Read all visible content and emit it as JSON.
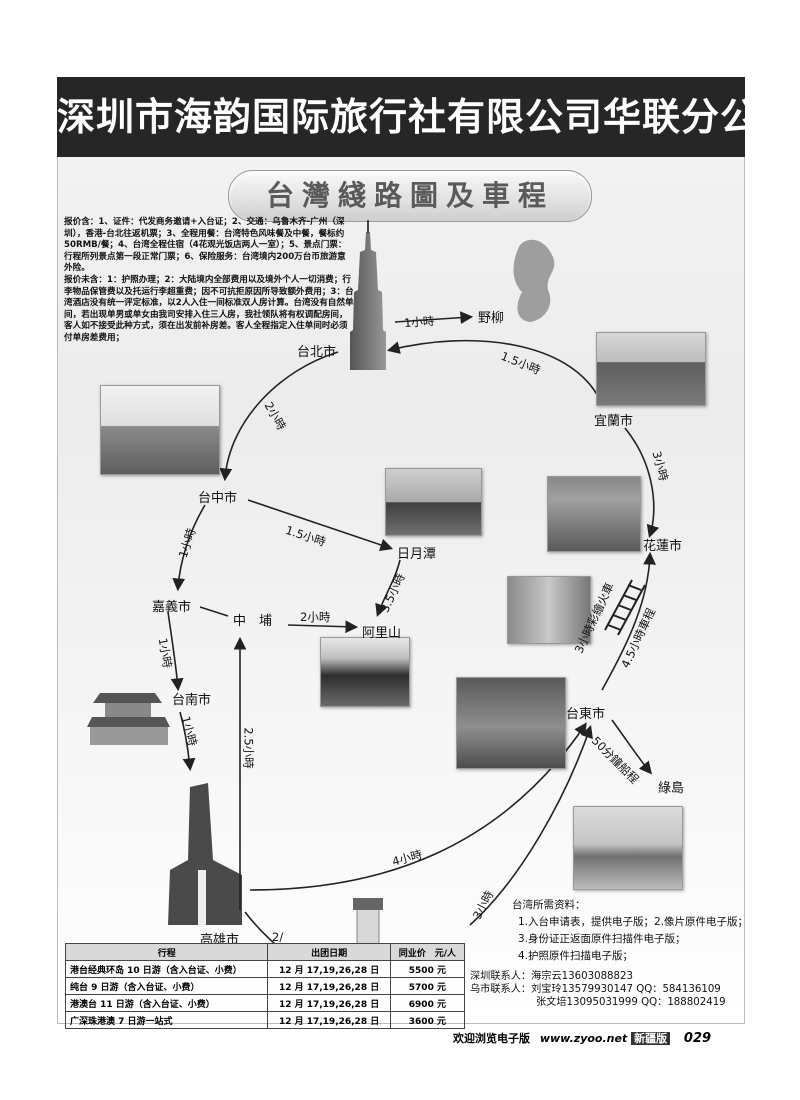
{
  "banner": {
    "title": "深圳市海韵国际旅行社有限公司华联分公司"
  },
  "subtitle": "台灣綫路圖及車程",
  "notes": [
    "报价含：1、证件：代发商务邀请+入台证；2、交通：乌鲁木齐-广州（深圳），香港-台北往返机票；3、全程用餐：台湾特色风味餐及中餐，餐标约50RMB/餐；4、台湾全程住宿（4花观光饭店两人一室）；5、景点门票：行程所列景点第一段正常门票；6、保险服务：台湾境内200万台币旅游意外险。",
    "报价未含：1：护照办理；2：大陆境内全部费用以及境外个人一切消费；行李物品保管费以及托运行李超重费；因不可抗拒原因所导致额外费用；3：台湾酒店没有统一评定标准，以2人入住一间标准双人房计算。台湾没有自然单间，若出现单男或单女由我司安排入住三人房，我社领队将有权调配房间，客人如不接受此种方式，须在出发前补房差。客人全程指定入住单间时必须付单房差费用；"
  ],
  "cities": {
    "taipei": "台北市",
    "yeliu": "野柳",
    "yilan": "宜蘭市",
    "taichung": "台中市",
    "sunmoon": "日月潭",
    "hualien": "花蓮市",
    "chiayi": "嘉義市",
    "zhongpu": "中　埔",
    "alishan": "阿里山",
    "tainan": "台南市",
    "taitung": "台東市",
    "greenisland": "綠島",
    "kaohsiung": "高雄市"
  },
  "durations": {
    "taipei_yeliu": "1小時",
    "yilan_taipei": "1.5小時",
    "taipei_taichung": "2小時",
    "yilan_hualien": "3小時",
    "taichung_sunmoon": "1.5小時",
    "taichung_chiayi": "1小時",
    "sunmoon_alishan": "3.5小時",
    "zhongpu_alishan": "2小時",
    "hualien_taitung_train": "3小時彩繪火車",
    "hualien_taitung_drive": "4.5小時車程",
    "chiayi_tainan": "1小時",
    "tainan_kaohsiung": "1小時",
    "kaohsiung_zhongpu": "2.5小時",
    "taitung_greenisland": "50分鐘船程",
    "kaohsiung_taitung": "4小時",
    "to_taitung_3h": "3小時",
    "kaohsiung_cut": "2/"
  },
  "table": {
    "headers": [
      "行程",
      "出团日期",
      "同业价　元/人"
    ],
    "rows": [
      [
        "港台经典环岛 10 日游（含入台证、小费）",
        "12 月 17,19,26,28 日",
        "5500 元"
      ],
      [
        "纯台 9 日游（含入台证、小费）",
        "12 月 17,19,26,28 日",
        "5700 元"
      ],
      [
        "港澳台 11 日游（含入台证、小费）",
        "12 月 17,19,26,28 日",
        "6900 元"
      ],
      [
        "广深珠港澳 7 日游一站式",
        "12 月 17,19,26,28 日",
        "3600 元"
      ]
    ]
  },
  "docs": {
    "title": "台湾所需资料：",
    "items": [
      "1.入台申请表，提供电子版；2.像片原件电子版；3.身份证正返面原件扫描件电子版；",
      "4.护照原件扫描电子版；"
    ]
  },
  "contacts": {
    "sz_label": "深圳联系人：",
    "sz_value": "海宗云13603088823",
    "urumqi_label": "乌市联系人：",
    "urumqi_1": "刘宝玲13579930147  QQ：584136109",
    "urumqi_2": "张文培13095031999  QQ：188802419"
  },
  "footer": {
    "welcome": "欢迎浏览电子版",
    "site": "www.zyoo.net",
    "edition": "新疆版",
    "page": "029"
  }
}
